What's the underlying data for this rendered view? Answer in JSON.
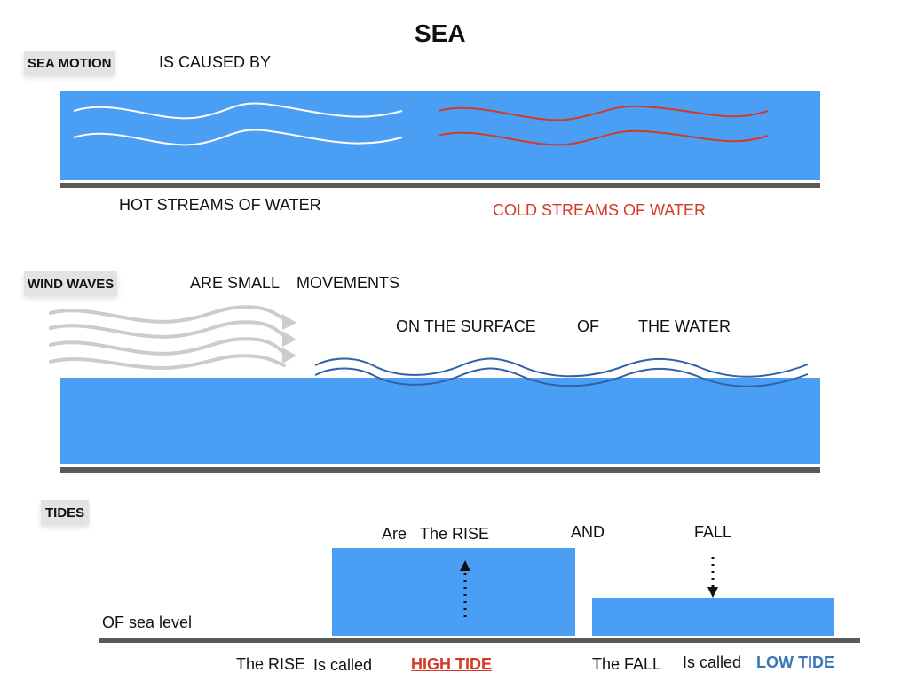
{
  "title": "SEA",
  "colors": {
    "water": "#4a9ff5",
    "ground": "#5a5a5a",
    "cold": "#d23a26",
    "wave_line": "#2f62a8",
    "wind": "#cccccc",
    "low_tide": "#3a76b8"
  },
  "sea_motion": {
    "label": "SEA MOTION",
    "caption": "IS CAUSED BY",
    "hot_label": "HOT STREAMS OF WATER",
    "cold_label": "COLD STREAMS OF WATER"
  },
  "wind_waves": {
    "label": "WIND WAVES",
    "text1": "ARE SMALL",
    "text2": "MOVEMENTS",
    "text3": "ON THE SURFACE",
    "text4": "OF",
    "text5": "THE WATER"
  },
  "tides": {
    "label": "TIDES",
    "are": "Are",
    "the_rise": "The RISE",
    "and": "AND",
    "fall": "FALL",
    "of_sea_level": "OF sea level",
    "rise_called_a": "The RISE",
    "rise_called_b": "Is called",
    "high_tide": "HIGH TIDE",
    "fall_called_a": "The FALL",
    "fall_called_b": "Is called",
    "low_tide": "LOW TIDE"
  }
}
